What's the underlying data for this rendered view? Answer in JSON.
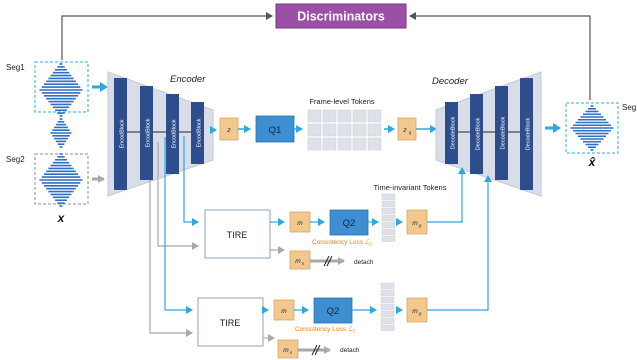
{
  "discriminators": "Discriminators",
  "encoder": {
    "title": "Encoder",
    "block_label": "EncodBlock"
  },
  "decoder": {
    "title": "Decoder",
    "block_label": "DecodeBlock"
  },
  "inputs": {
    "seg1": "Seg1",
    "seg2": "Seg2",
    "x": "x"
  },
  "output": {
    "seg": "Seg",
    "x_hat": "x̂"
  },
  "tokens": {
    "z": "z",
    "q1": "Q1",
    "frame_level": "Frame-level Tokens",
    "z_q": "z",
    "z_q_sub": "q",
    "time_invariant": "Time-invariant Tokens"
  },
  "branches": [
    {
      "tire": "TIRE",
      "m": "m",
      "q2": "Q2",
      "consistency": "Consistency Loss ",
      "loss_symbol": "ℒ",
      "loss_sub": "C",
      "m_q": "m",
      "m_q_sub": "q",
      "m_s": "m",
      "m_s_sub": "s",
      "detach": "detach"
    },
    {
      "tire": "TIRE",
      "m": "m",
      "q2": "Q2",
      "consistency": "Consistency Loss ",
      "loss_symbol": "ℒ",
      "loss_sub": "C",
      "m_q": "m",
      "m_q_sub": "q",
      "m_s": "m",
      "m_s_sub": "s",
      "detach": "detach"
    }
  ],
  "colors": {
    "discriminator_fill": "#9b4fa6",
    "block_fill": "#2e4d8c",
    "trapezoid_fill": "#d9dde8",
    "token_fill": "#f2c88f",
    "quantizer_fill": "#3d8fd1",
    "arrow_blue": "#2ea8e0",
    "arrow_gray": "#a8a8a8",
    "loss_orange": "#e8821e"
  }
}
